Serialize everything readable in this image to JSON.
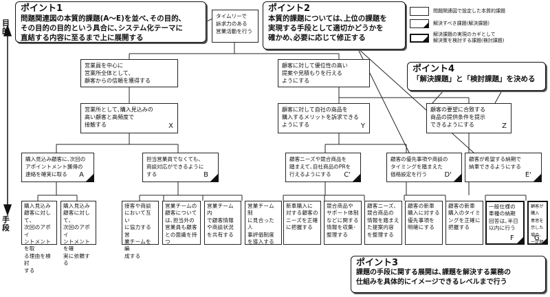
{
  "axis": {
    "top_label": "目的",
    "bottom_label": "手段"
  },
  "legend": {
    "items": [
      {
        "text": "問題関連図で設定した本質的課題"
      },
      {
        "text": "解決すべき課題(解決課題)"
      },
      {
        "text": "解決課題の実現のカギとして\n解決策を検討する課題(検討課題)"
      }
    ]
  },
  "callouts": {
    "p1": {
      "title": "ポイント1",
      "body": "問題関連図の本質的課題(A～E)を並べ､その目的､\nその目的の目的という具合に､システム化テーマに\n直結する内容に至るまで上に展開する"
    },
    "p2": {
      "title": "ポイント2",
      "body": "本質的課題については､上位の課題を\n実現する手段として適切かどうかを\n確かめ､必要に応じて修正する"
    },
    "p3": {
      "title": "ポイント3",
      "body": "課題の手段に関する展開は､課題を解決する業務の\n仕組みを具体的にイメージできるレベルまで行う"
    },
    "p4": {
      "title": "ポイント4",
      "body": "「解決課題」と「検討課題」を決める"
    }
  },
  "nodes": {
    "root": {
      "text": "タイムリーで\n訴求力のある\n営業活動を行う"
    },
    "l1a": {
      "text": "営業員を中心に\n営業所全体として､\n顧客からの信頼を獲得する"
    },
    "l1b": {
      "text": "顧客に対して優位性の高い\n提案や見積もりを行える\nようにする"
    },
    "x": {
      "text": "営業所として､購入見込みの\n高い顧客と高頻度で\n接触する",
      "label": "X"
    },
    "y": {
      "text": "顧客に対して自社の商品を\n購入するメリットを訴求できる\nようにする",
      "label": "Y"
    },
    "z": {
      "text": "顧客の要望に合致する\n商品の提供条件を提示\nできるようにする",
      "label": "Z"
    },
    "a": {
      "text": "購入見込み顧客に､次回の\nアポイントメント獲得の\n連絡を確実に取る",
      "label": "A"
    },
    "b": {
      "text": "担当営業員でなくても､\n商談対応ができるように\nする",
      "label": "B"
    },
    "c": {
      "text": "顧客ニーズや競合商品を\n踏まえて､自社商品のPRを\n行えるようにする",
      "label": "C'"
    },
    "d": {
      "text": "顧客の優先事項や商談の\nタイミングを踏まえた\n価格設定を行う",
      "label": "D'"
    },
    "e": {
      "text": "顧客が希望する納期で\n納車できるようにする",
      "label": "E'"
    }
  },
  "leaves": [
    {
      "text": "購入見込み\n顧客に対して､\n次回のアポイ\nントメントを取\nる理由を検討\nする"
    },
    {
      "text": "購入見込み\n顧客に対して､\n次回のアポイ\nントメントを確\n実に依頼する"
    },
    {
      "text": "接客や商談\nにおいて互い\nに協力する営\n業チームを編\n成する"
    },
    {
      "text": "営業チームの\n顧客について\nは､担当外の\n営業員も顧客\nとの面識を持\nつ"
    },
    {
      "text": "営業チーム内\nで顧客情報\nや商談状況\nを共有する"
    },
    {
      "text": "営業チーム制\nに見合った人\n事評価制度\nを導入する"
    },
    {
      "text": "新車購入に\n対する顧客の\nニーズを正確\nに把握する"
    },
    {
      "text": "競合商品や\nサポート体制\nなどに関する\n情報を収集･\n整理する"
    },
    {
      "text": "顧客ニーズ､\n競合商品の\n情報を踏まえ\nた提案内容\nを整理する"
    },
    {
      "text": "顧客の新車\n購入に対する\n優先事項を\n明確にする"
    },
    {
      "text": "顧客の新車\n購入のタイミ\nングを正確に\n把握する"
    },
    {
      "text": "一般仕様の\n車種の納期\n回答は､半日\n以内に行う",
      "label": "F"
    },
    {
      "text": "顧客が購入\n意思を示した\n場合､一定期\n間､確保可能\nにする",
      "label": "G"
    }
  ]
}
